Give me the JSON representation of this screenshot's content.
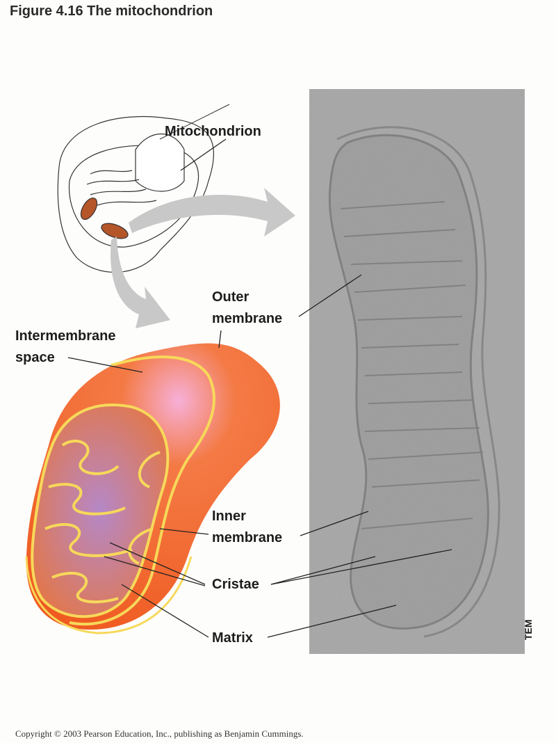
{
  "title": "Figure 4.16  The mitochondrion",
  "labels": {
    "mitochondrion": "Mitochondrion",
    "outer_membrane": [
      "Outer",
      "membrane"
    ],
    "intermembrane_space": [
      "Intermembrane",
      "space"
    ],
    "inner_membrane": [
      "Inner",
      "membrane"
    ],
    "cristae": "Cristae",
    "matrix": "Matrix",
    "tem": "TEM"
  },
  "copyright": "Copyright © 2003 Pearson Education, Inc., publishing as Benjamin Cummings.",
  "colors": {
    "mito_fill": "#f2692a",
    "membrane": "#f7d85a",
    "inner": "#c77bb0",
    "tem_bg": "#9a9a9a",
    "arrow": "#c8c8c8"
  }
}
